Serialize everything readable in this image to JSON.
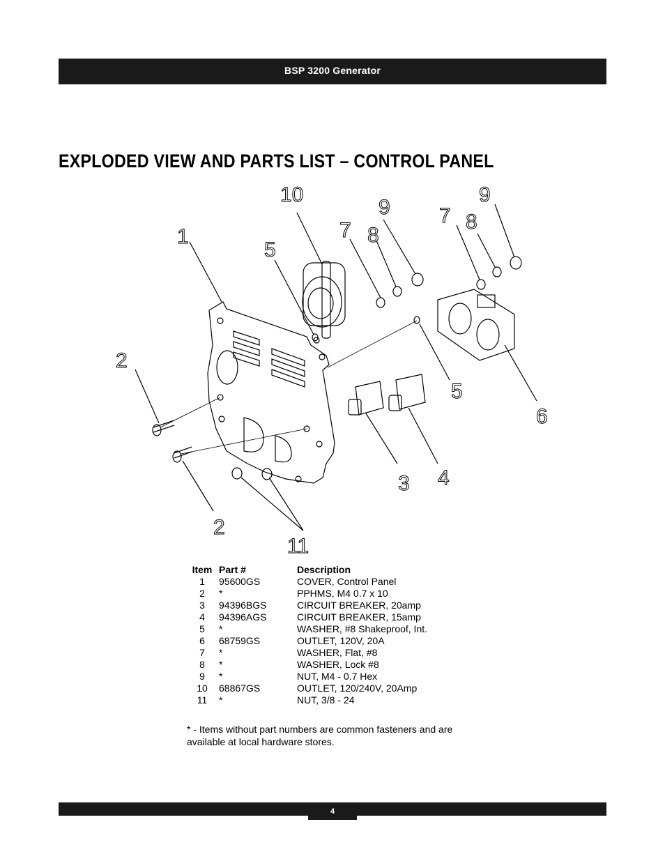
{
  "header": {
    "title": "BSP 3200 Generator"
  },
  "page_title": "EXPLODED VIEW AND PARTS LIST – CONTROL PANEL",
  "diagram": {
    "callouts": [
      "10",
      "9",
      "7",
      "8",
      "7",
      "8",
      "9",
      "1",
      "5",
      "2",
      "5",
      "6",
      "3",
      "4",
      "2",
      "11"
    ]
  },
  "parts_list": {
    "headers": {
      "item": "Item",
      "part": "Part #",
      "description": "Description"
    },
    "rows": [
      {
        "item": "1",
        "part": "95600GS",
        "description": "COVER, Control Panel"
      },
      {
        "item": "2",
        "part": "*",
        "description": "PPHMS, M4 0.7 x 10"
      },
      {
        "item": "3",
        "part": "94396BGS",
        "description": "CIRCUIT BREAKER, 20amp"
      },
      {
        "item": "4",
        "part": "94396AGS",
        "description": "CIRCUIT BREAKER, 15amp"
      },
      {
        "item": "5",
        "part": "*",
        "description": "WASHER, #8 Shakeproof, Int."
      },
      {
        "item": "6",
        "part": "68759GS",
        "description": "OUTLET, 120V, 20A"
      },
      {
        "item": "7",
        "part": "*",
        "description": "WASHER, Flat, #8"
      },
      {
        "item": "8",
        "part": "*",
        "description": "WASHER, Lock #8"
      },
      {
        "item": "9",
        "part": "*",
        "description": "NUT, M4 - 0.7 Hex"
      },
      {
        "item": "10",
        "part": "68867GS",
        "description": "OUTLET, 120/240V, 20Amp"
      },
      {
        "item": "11",
        "part": "*",
        "description": "NUT, 3/8 - 24"
      }
    ]
  },
  "footnote": "* - Items without part numbers are common fasteners and are available at local hardware stores.",
  "footer": {
    "page_number": "4"
  }
}
